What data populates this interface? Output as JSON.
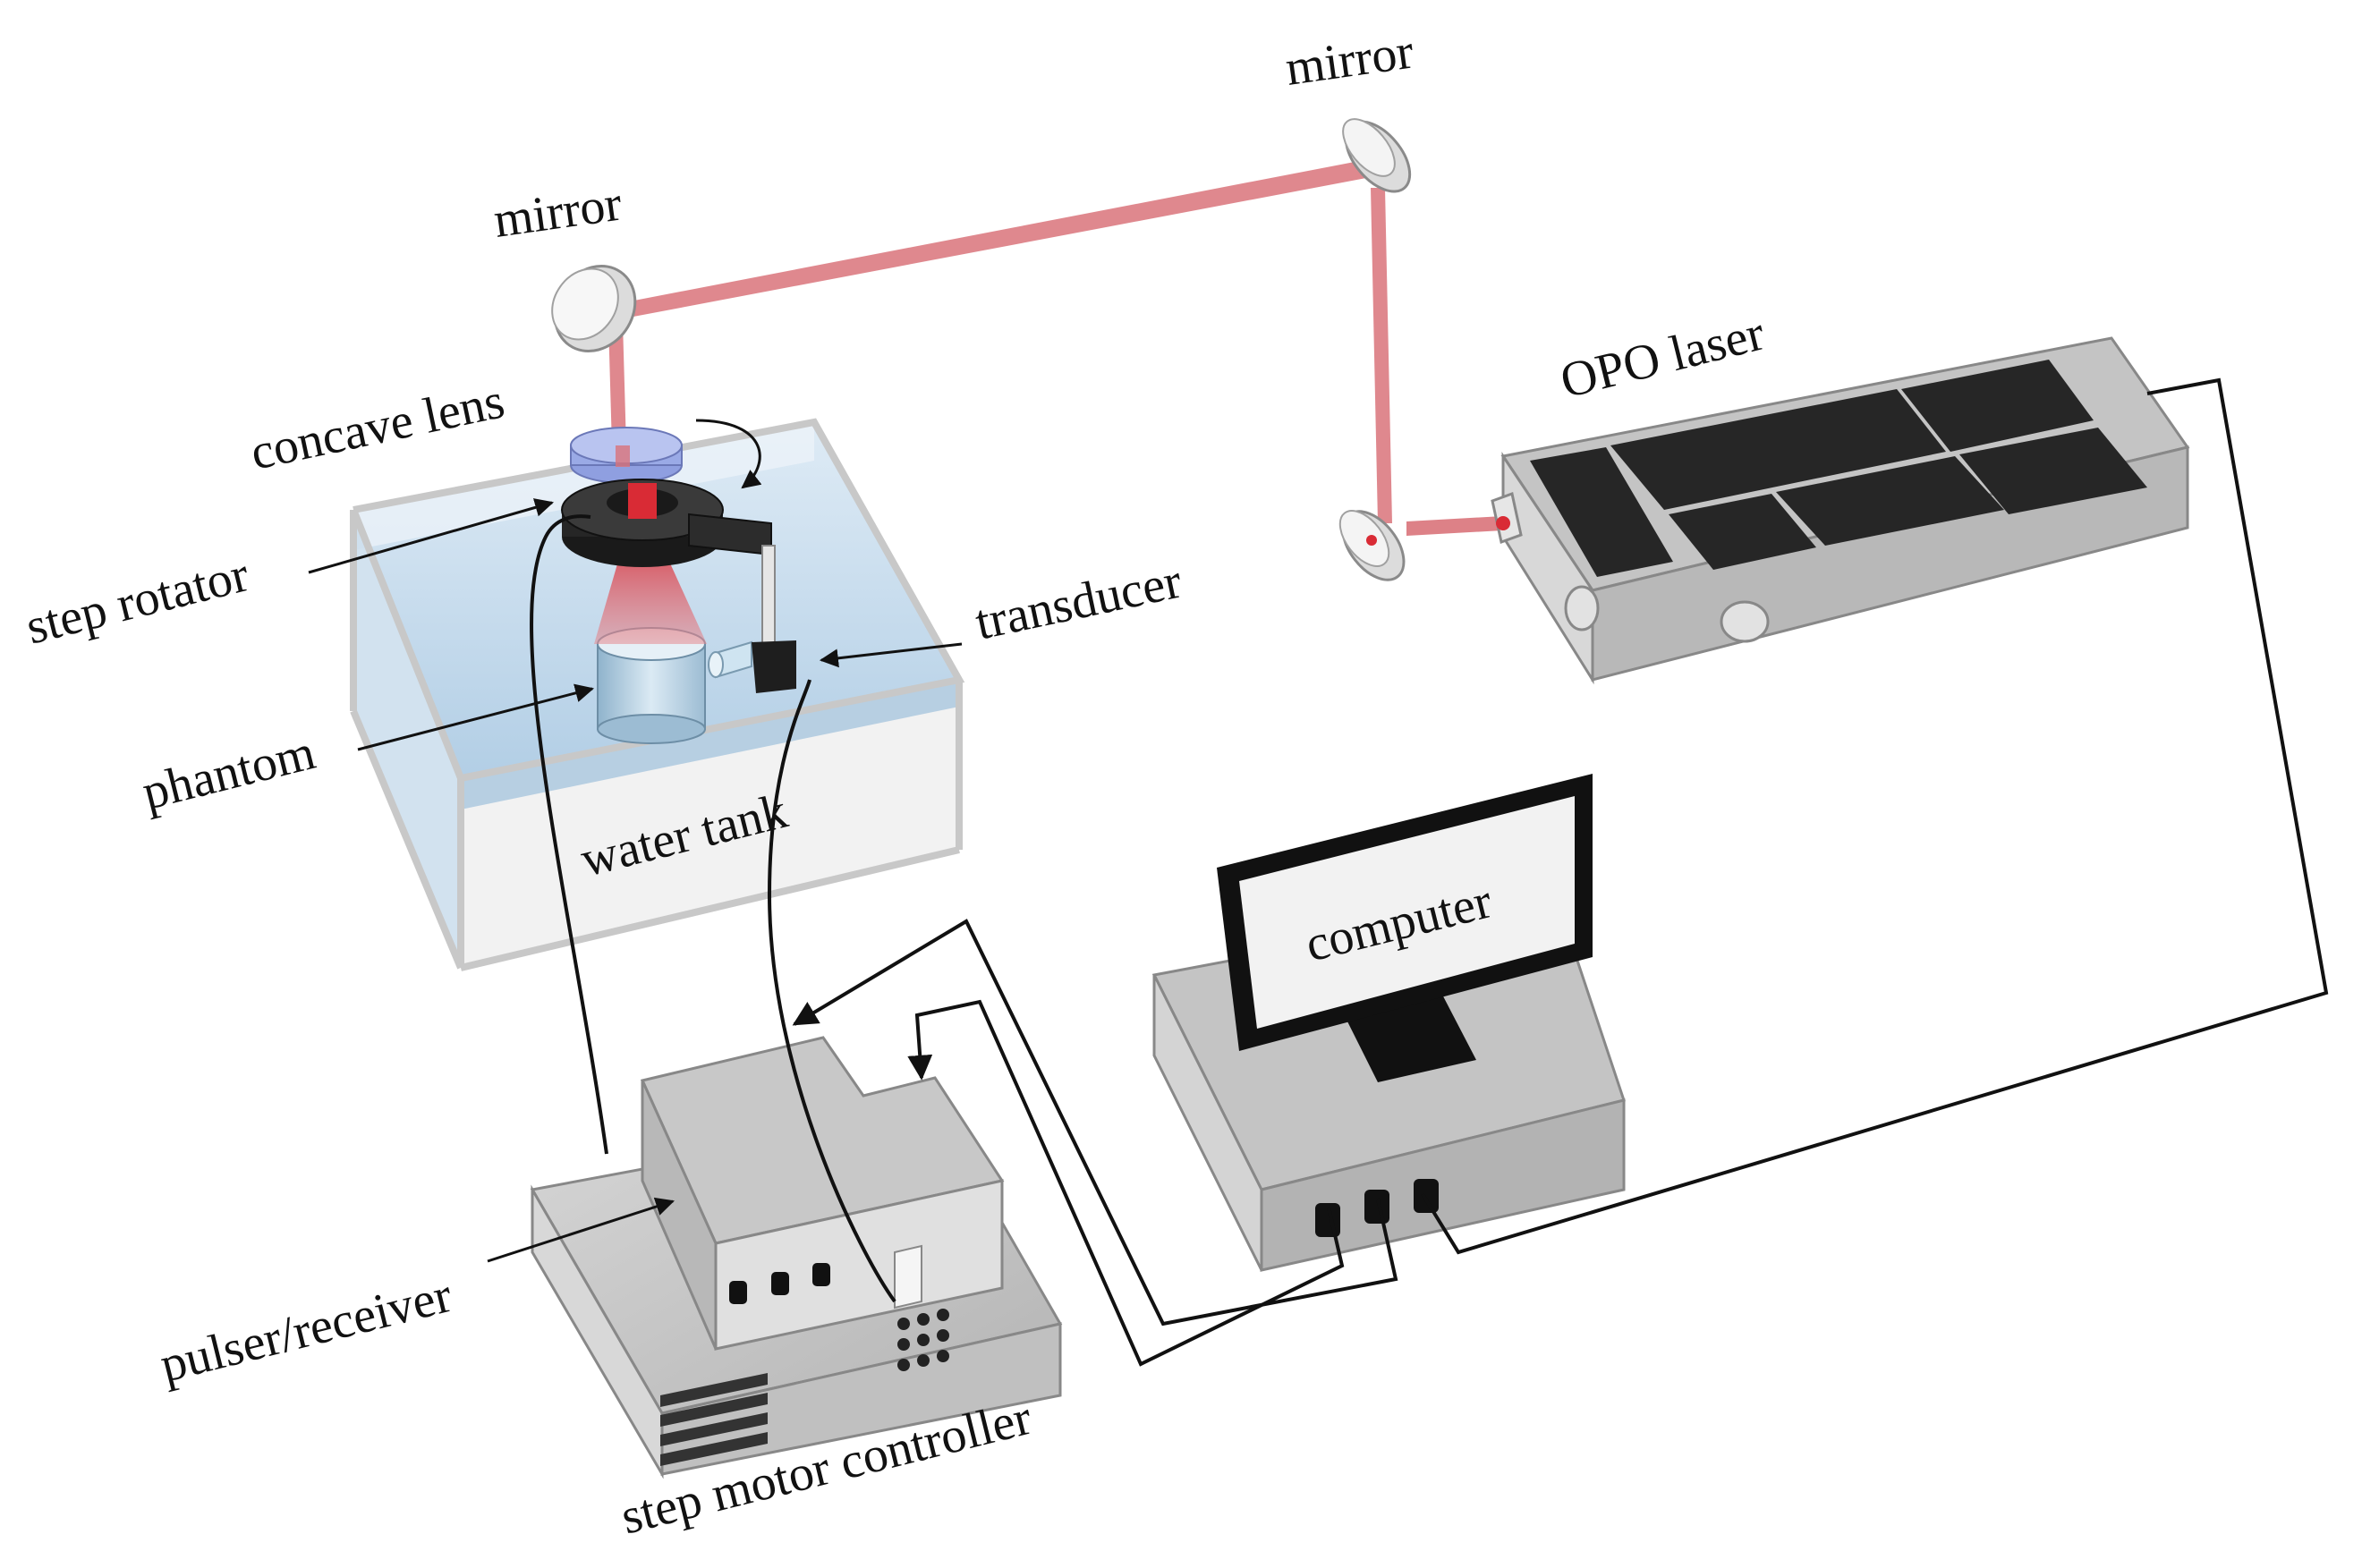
{
  "labels": {
    "mirror_top": "mirror",
    "mirror_left": "mirror",
    "opo_laser": "OPO laser",
    "concave_lens": "concave lens",
    "step_rotator": "step rotator",
    "transducer": "transducer",
    "phantom": "phantom",
    "water_tank": "water tank",
    "computer": "computer",
    "pulser_receiver": "pulser/receiver",
    "step_motor_controller": "step motor controller"
  },
  "colors": {
    "laser_beam": "#d9737a",
    "water": "#b9d3e8",
    "device_gray": "#bfbfbf",
    "panel_black": "#262626",
    "cable": "#111111"
  }
}
